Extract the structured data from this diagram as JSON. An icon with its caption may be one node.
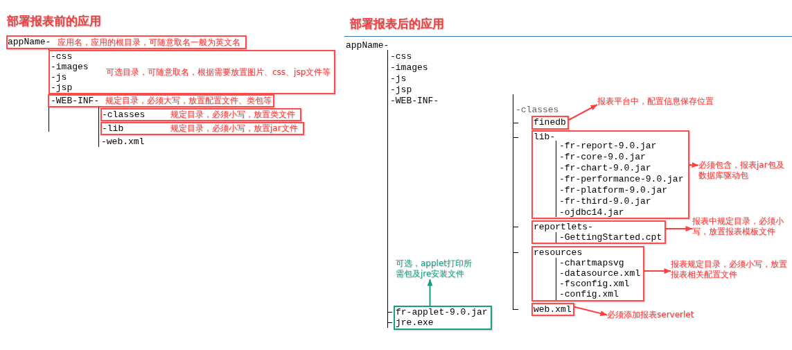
{
  "diagram": {
    "nodes": [
      {
        "text": [
          "appName-",
          "应用名，应用的根目录，可随意取名一般为英文名"
        ]
      },
      {
        "text": [
          "-css",
          "-images",
          "-js",
          "-jsp",
          "可选目录，可随意取名，根据需要放置图片、css、jsp文件等"
        ]
      },
      {
        "text": [
          "-WEB-INF-",
          "规定目录，必须大写，放置配置文件、类包等"
        ]
      },
      {
        "text": [
          "-classes",
          "规定目录，必须小写，放置类文件"
        ]
      },
      {
        "text": [
          "-lib",
          "规定目录，必须小写，放置jar文件"
        ]
      },
      {
        "text": [
          "finedb"
        ]
      },
      {
        "text": [
          "报表平台中，配置信息保存位置"
        ]
      },
      {
        "text": [
          "lib-",
          "-fr-report-9.0.jar",
          "-fr-core-9.0.jar",
          "-fr-chart-9.0.jar",
          "-fr-performance-9.0.jar",
          "-fr-platform-9.0.jar",
          "-fr-third-9.0.jar",
          "-ojdbc14.jar"
        ]
      },
      {
        "text": [
          "必须包含，报表jar包及数据库驱动包"
        ]
      },
      {
        "text": [
          "reportlets-",
          "-GettingStarted.cpt"
        ]
      },
      {
        "text": [
          "报表中规定目录，必须小写，放置报表模板文件"
        ]
      },
      {
        "text": [
          "resources",
          "-chartmapsvg",
          "-datasource.xml",
          "-fsconfig.xml",
          "-config.xml"
        ]
      },
      {
        "text": [
          "报表规定目录，必须小写，放置报表相关配置文件"
        ]
      },
      {
        "text": [
          "web.xml"
        ]
      },
      {
        "text": [
          "必须添加报表serverlet"
        ]
      },
      {
        "text": [
          "可选，applet打印所需包及jre安装文件"
        ]
      },
      {
        "text": [
          "fr-applet-9.0.jar",
          "jre.exe"
        ]
      }
    ],
    "edges": [
      {
        "from": 5,
        "to": 6,
        "arrow": "to"
      },
      {
        "from": 7,
        "to": 8,
        "arrow": "to"
      },
      {
        "from": 9,
        "to": 10,
        "arrow": "to"
      },
      {
        "from": 11,
        "to": 12,
        "arrow": "to"
      },
      {
        "from": 13,
        "to": 14,
        "arrow": "to"
      },
      {
        "from": 16,
        "to": 15,
        "arrow": "to",
        "color": "#12a182"
      }
    ],
    "labels": [
      "部署报表前的应用",
      "-web.xml",
      "部署报表后的应用",
      "appName-",
      "-css",
      "-images",
      "-js",
      "-jsp",
      "-WEB-INF-",
      "-classes"
    ]
  }
}
